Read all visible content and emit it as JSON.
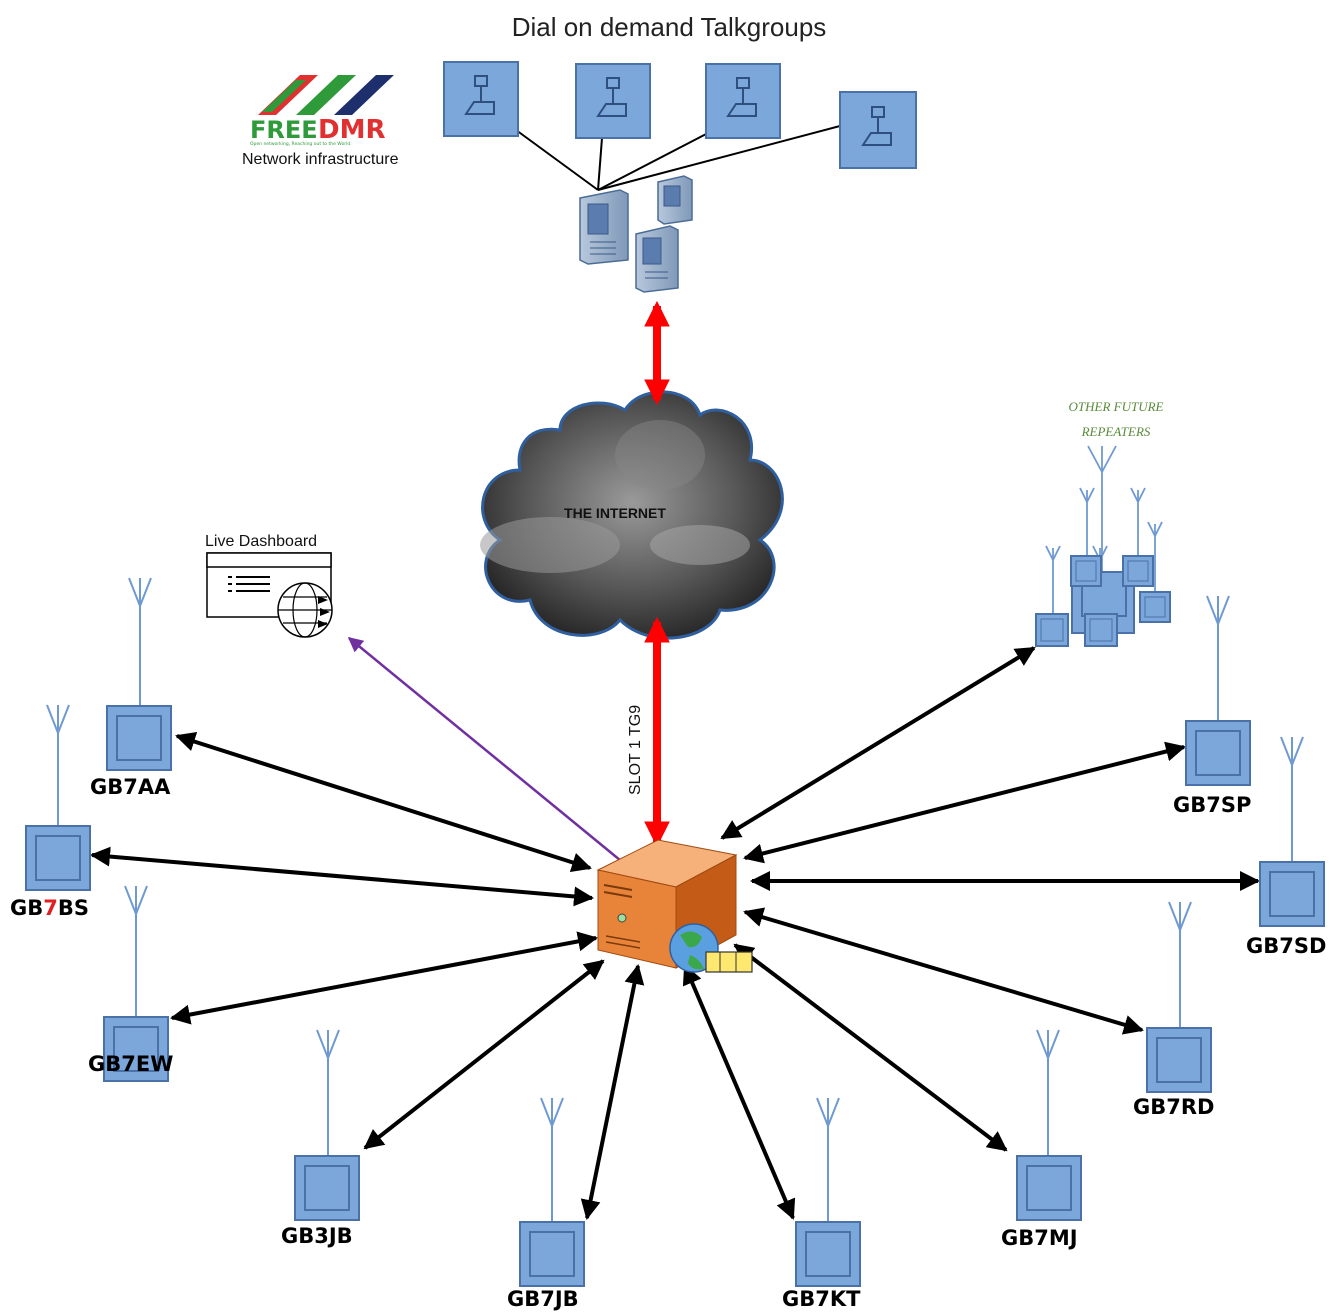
{
  "title": "Dial on demand Talkgroups",
  "freedmr": {
    "logo_text_free": "FREE",
    "logo_text_dmr": "DMR",
    "tagline": "Open networking, Reaching out to the World.",
    "caption": "Network infrastructure"
  },
  "internet_label": "THE INTERNET",
  "slot_label": "SLOT 1 TG9",
  "dashboard_label": "Live Dashboard",
  "future_label_line1": "OTHER FUTURE",
  "future_label_line2": "REPEATERS",
  "repeaters": [
    {
      "id": "GB7AA",
      "label": "GB7AA"
    },
    {
      "id": "GB7BS",
      "label_parts": [
        "GB",
        "7",
        "BS"
      ],
      "highlight_color": "#e02020"
    },
    {
      "id": "GB7EW",
      "label": "GB7EW"
    },
    {
      "id": "GB3JB",
      "label": "GB3JB"
    },
    {
      "id": "GB7JB",
      "label": "GB7JB"
    },
    {
      "id": "GB7KT",
      "label": "GB7KT"
    },
    {
      "id": "GB7MJ",
      "label": "GB7MJ"
    },
    {
      "id": "GB7RD",
      "label": "GB7RD"
    },
    {
      "id": "GB7SD",
      "label": "GB7SD"
    },
    {
      "id": "GB7SP",
      "label": "GB7SP"
    }
  ],
  "colors": {
    "repeater_fill": "#7ba7db",
    "repeater_stroke": "#4a72a8",
    "internet_link": "#ff0000",
    "dashboard_link": "#7030a0",
    "server_orange": "#e07a2e",
    "logo_red": "#e03030",
    "logo_green": "#2e9a3a",
    "logo_navy": "#1e2f6e"
  }
}
